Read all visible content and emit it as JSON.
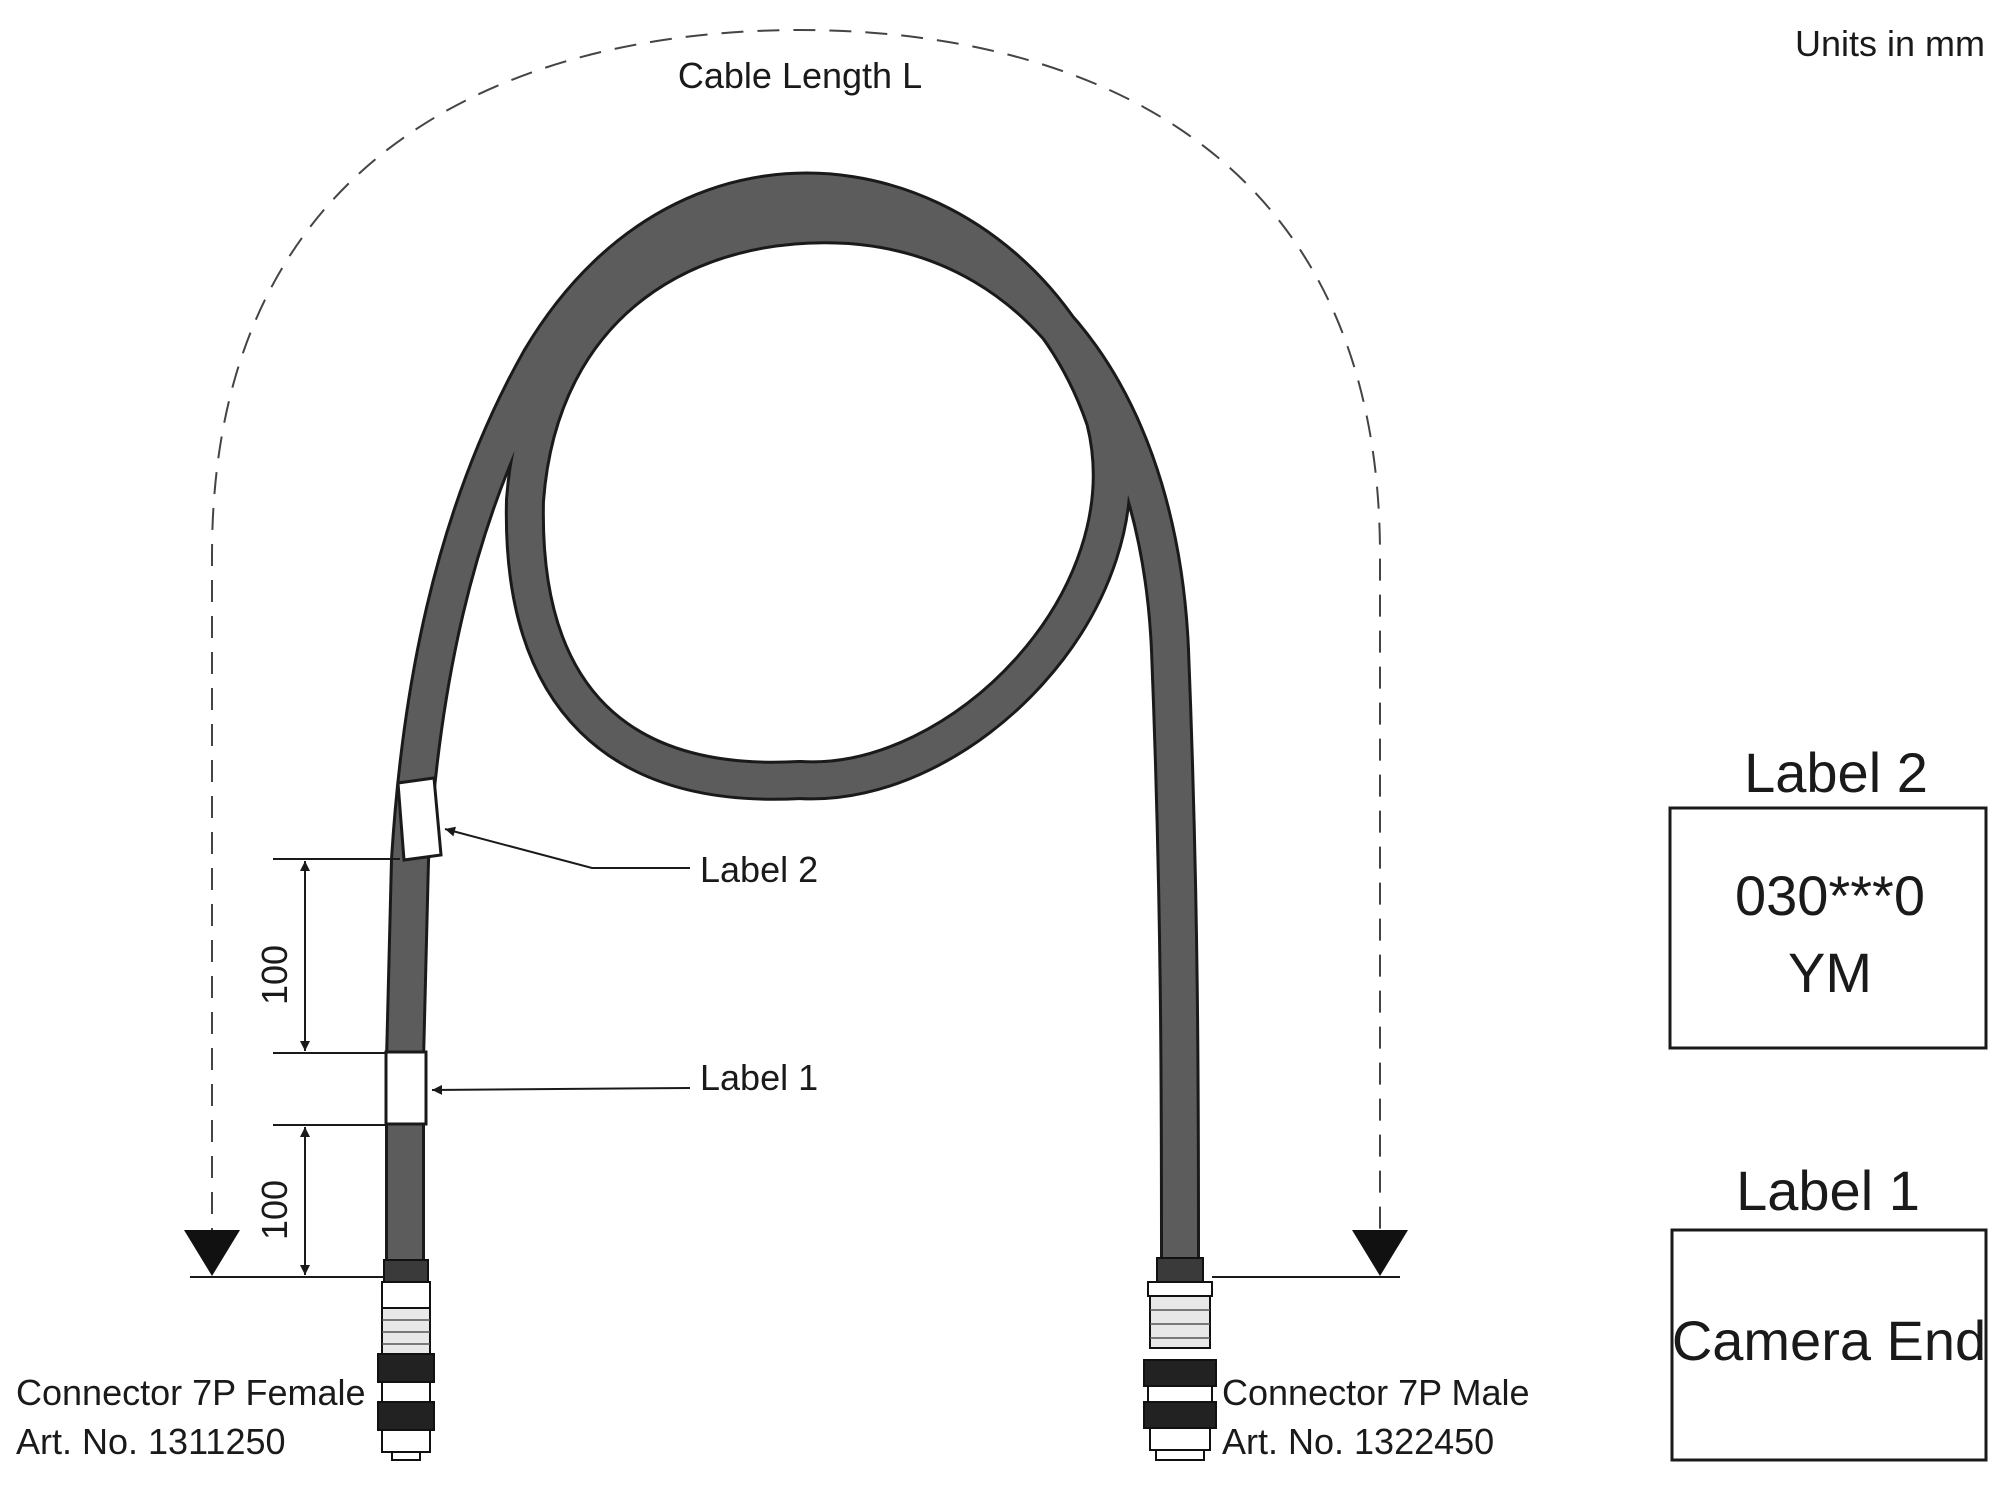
{
  "units_note": "Units in mm",
  "cable_length_label": "Cable Length L",
  "callouts": {
    "label2": "Label 2",
    "label1": "Label 1"
  },
  "dimensions": {
    "upper": "100",
    "lower": "100"
  },
  "connectors": {
    "female": {
      "name": "Connector 7P Female",
      "art_no": "Art. No. 1311250"
    },
    "male": {
      "name": "Connector 7P Male",
      "art_no": "Art. No. 1322450"
    }
  },
  "label_boxes": {
    "label2": {
      "title": "Label 2",
      "line1": "030***0",
      "line2": "YM"
    },
    "label1": {
      "title": "Label 1",
      "line1": "Camera End"
    }
  },
  "colors": {
    "cable": "#5c5c5c",
    "outline": "#1a1a1a"
  }
}
